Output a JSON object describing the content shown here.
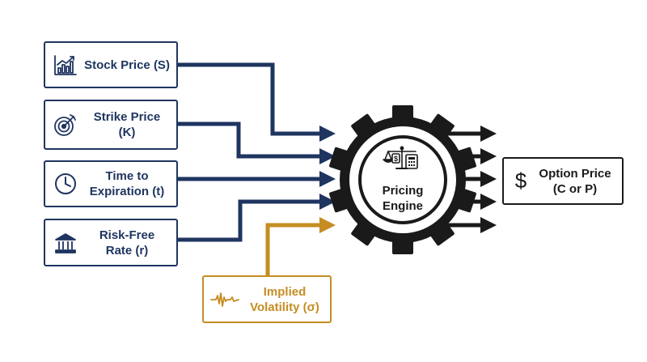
{
  "colors": {
    "navy": "#1f3560",
    "gold": "#c58d22",
    "black": "#1a1a1a"
  },
  "inputs": [
    {
      "label": "Stock Price (S)",
      "icon": "stock-chart-icon"
    },
    {
      "label": "Strike Price\n(K)",
      "icon": "target-icon"
    },
    {
      "label": "Time to\nExpiration (t)",
      "icon": "clock-icon"
    },
    {
      "label": "Risk-Free\nRate (r)",
      "icon": "bank-icon"
    }
  ],
  "volatility": {
    "label": "Implied\nVolatility (σ)",
    "icon": "waveform-icon"
  },
  "engine": {
    "label": "Pricing\nEngine",
    "icon": "scales-calculator-icon"
  },
  "output": {
    "label": "Option Price\n(C or P)",
    "icon": "dollar-icon"
  }
}
